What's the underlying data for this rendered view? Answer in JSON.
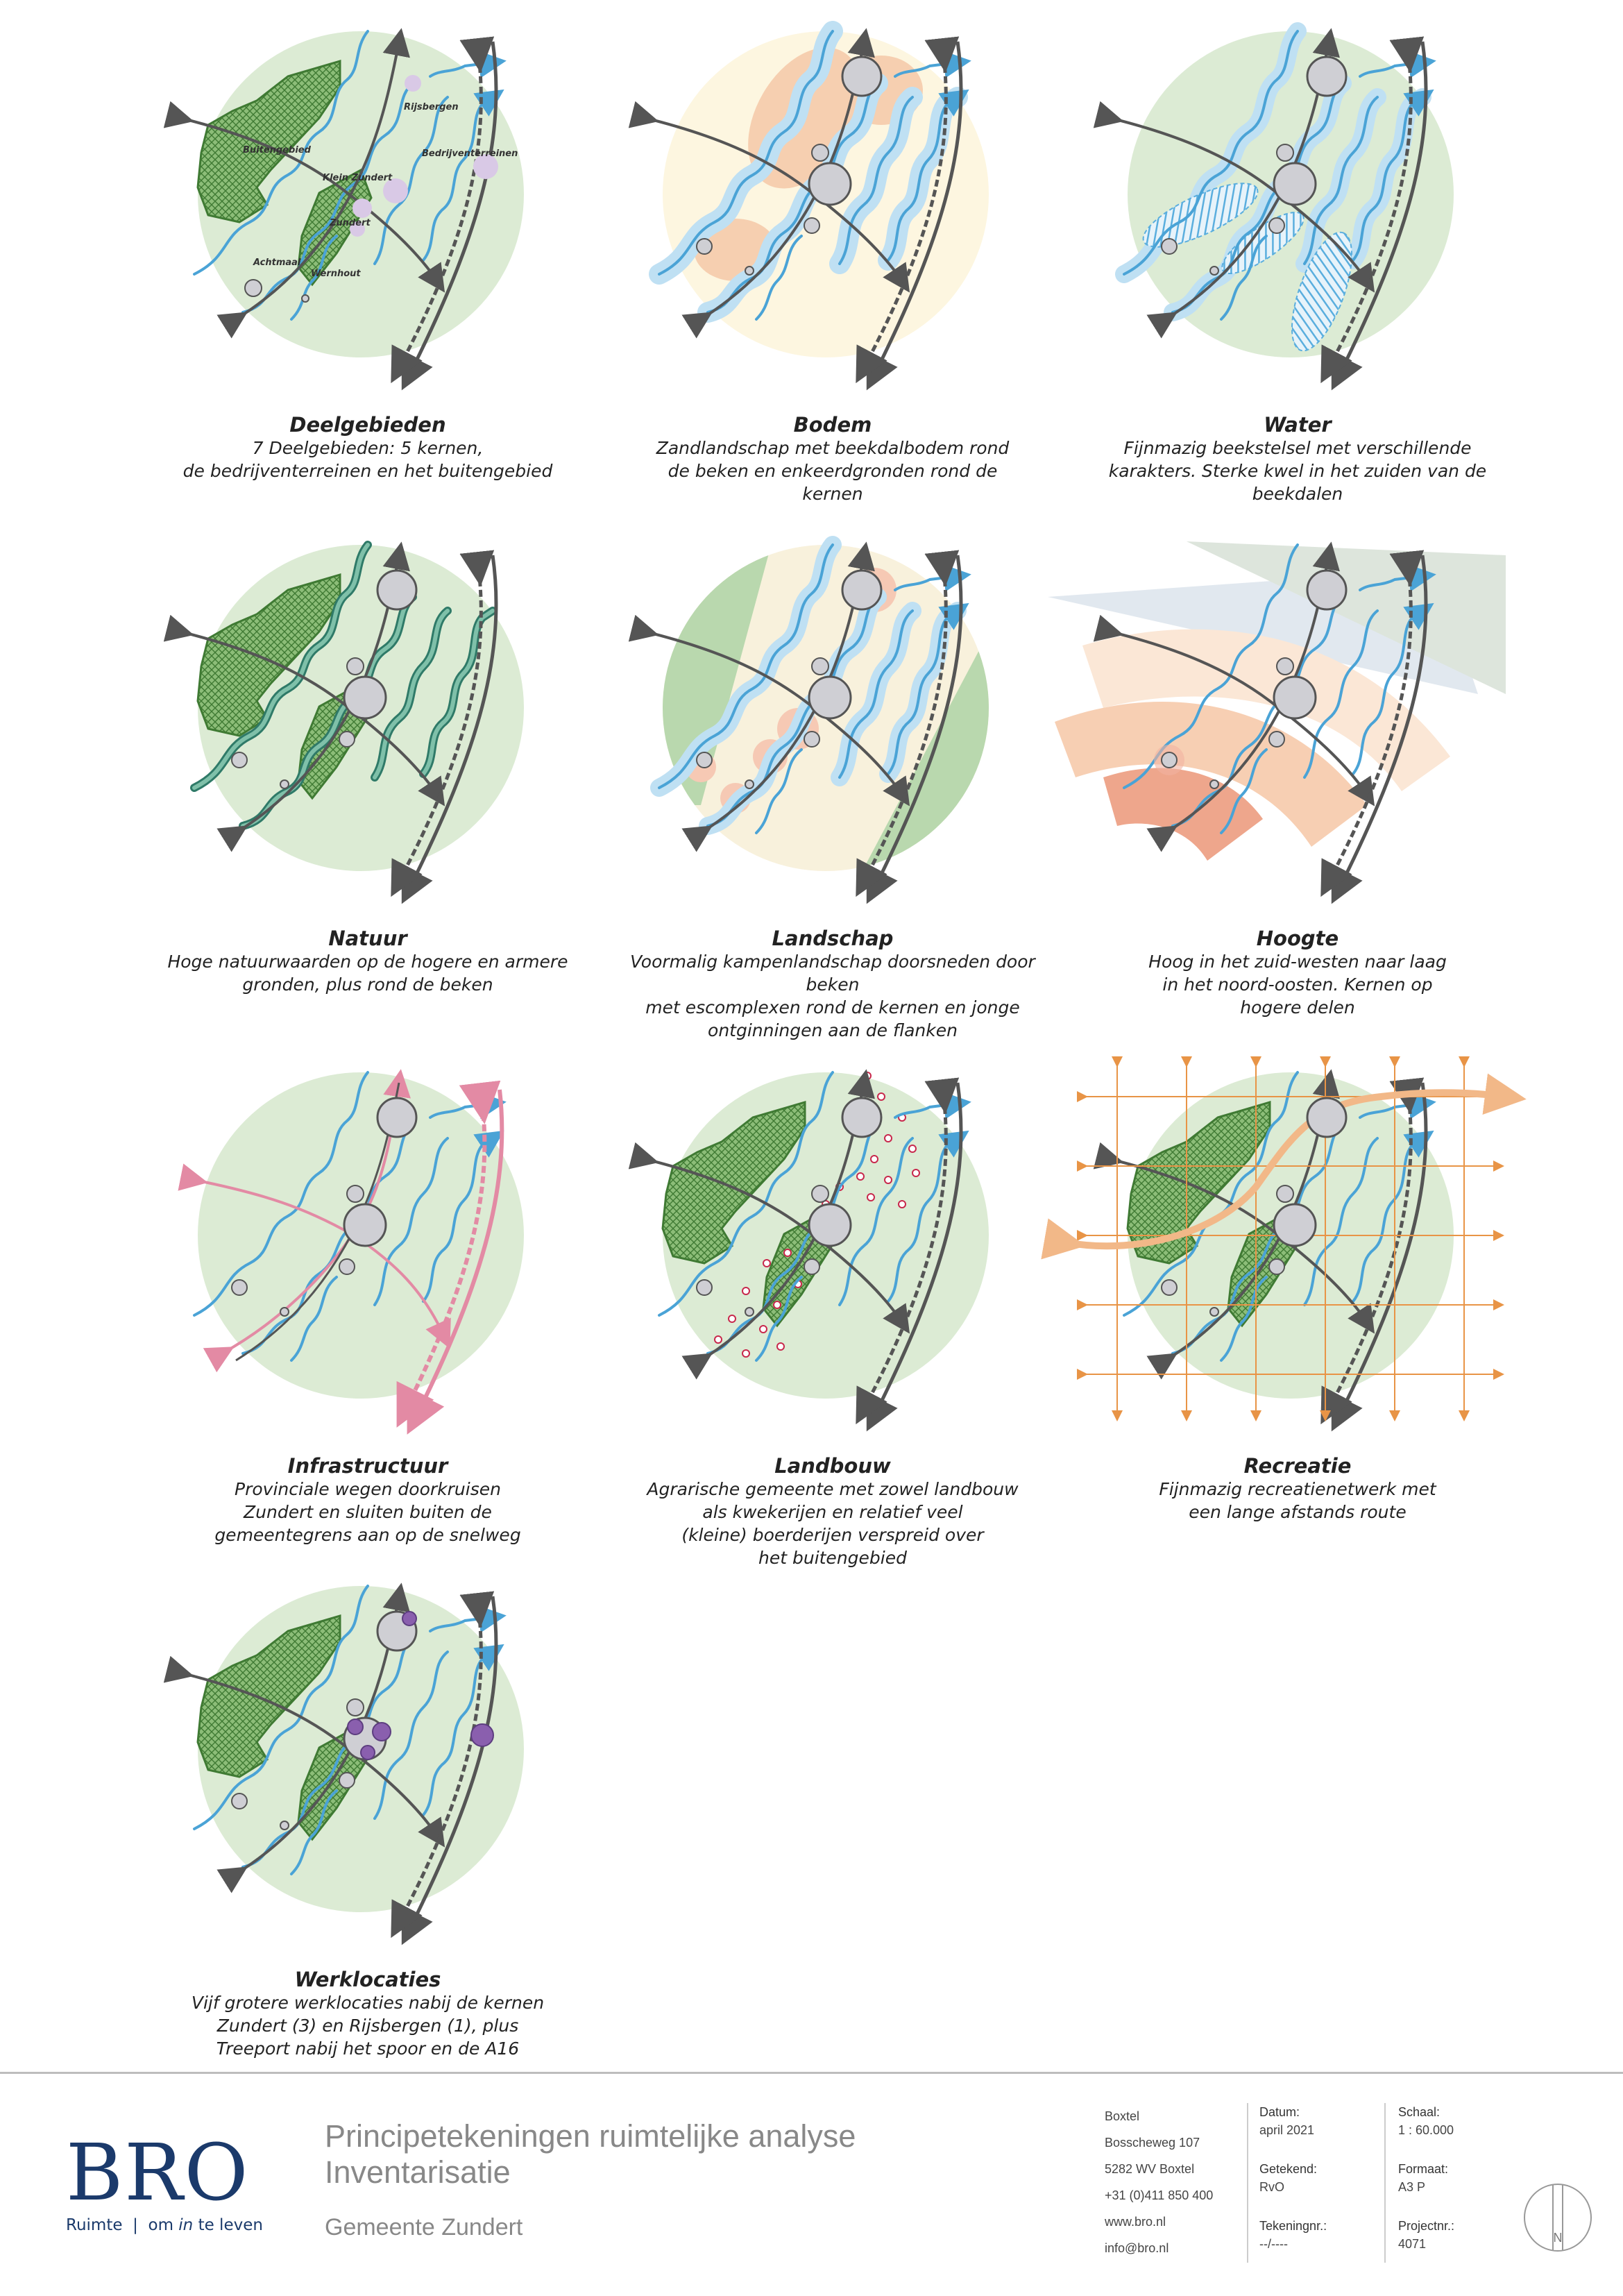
{
  "panels": [
    {
      "title": "Deelgebieden",
      "desc": "7 Deelgebieden: 5 kernen,\nde bedrijventerreinen en het buitengebied",
      "labels": {
        "rijsbergen": "Rijsbergen",
        "buitengebied": "Buitengebied",
        "bedrijventerreinen": "Bedrijventerreinen",
        "klein_zundert": "Klein Zundert",
        "zundert": "Zundert",
        "achtmaal": "Achtmaal",
        "wernhout": "Wernhout"
      }
    },
    {
      "title": "Bodem",
      "desc": "Zandlandschap met beekdalbodem rond\nde beken en enkeerdgronden rond de\nkernen"
    },
    {
      "title": "Water",
      "desc": "Fijnmazig beekstelsel met verschillende\nkarakters. Sterke kwel in het zuiden van de beekdalen"
    },
    {
      "title": "Natuur",
      "desc": "Hoge natuurwaarden op de hogere en armere\ngronden, plus rond de beken"
    },
    {
      "title": "Landschap",
      "desc": "Voormalig kampenlandschap doorsneden door beken\nmet escomplexen rond de kernen en jonge\nontginningen aan de flanken"
    },
    {
      "title": "Hoogte",
      "desc": "Hoog in het zuid-westen naar laag\nin het noord-oosten. Kernen op\nhogere delen"
    },
    {
      "title": "Infrastructuur",
      "desc": "Provinciale wegen doorkruisen\nZundert en sluiten buiten de\ngemeentegrens aan op de snelweg"
    },
    {
      "title": "Landbouw",
      "desc": "Agrarische gemeente met zowel landbouw\nals kwekerijen en relatief veel\n(kleine) boerderijen verspreid over\nhet buitengebied"
    },
    {
      "title": "Recreatie",
      "desc": "Fijnmazig recreatienetwerk met\neen lange afstands route"
    },
    {
      "title": "Werklocaties",
      "desc": "Vijf grotere werklocaties nabij de kernen\nZundert (3) en Rijsbergen (1), plus\nTreeport nabij het spoor en de A16"
    }
  ],
  "footer": {
    "logo_text": "BRO",
    "logo_tag_left": "Ruimte",
    "logo_tag_pre": "om",
    "logo_tag_em": "in",
    "logo_tag_post": "te leven",
    "title_line1": "Principetekeningen ruimtelijke analyse",
    "title_line2": "Inventarisatie",
    "subtitle": "Gemeente Zundert",
    "address": [
      "Boxtel",
      "Bosscheweg 107",
      "5282 WV Boxtel",
      "+31 (0)411 850 400",
      "www.bro.nl",
      "info@bro.nl"
    ],
    "datum_label": "Datum:",
    "datum": "april 2021",
    "getekend_label": "Getekend:",
    "getekend": "RvO",
    "tekeningnr_label": "Tekeningnr.:",
    "tekeningnr": "--/----",
    "schaal_label": "Schaal:",
    "schaal": "1 : 60.000",
    "formaat_label": "Formaat:",
    "formaat": "A3 P",
    "projectnr_label": "Projectnr.:",
    "projectnr": "4071",
    "north": "N"
  },
  "colors": {
    "circle": "#dcebd4",
    "forest": "#77ab62",
    "stream": "#4aa3d6",
    "stream_halo": "#bfe0f3",
    "road": "#555555",
    "pink": "#e38aa4",
    "orange": "#e89446",
    "purple": "#8a5fae"
  }
}
